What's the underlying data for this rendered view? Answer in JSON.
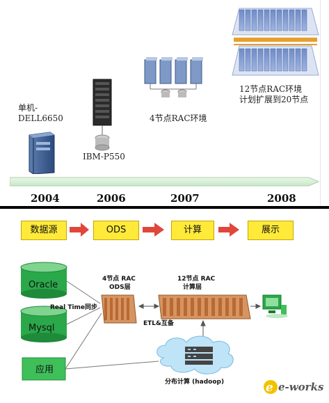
{
  "timeline": {
    "stages": [
      {
        "year": "2004",
        "label_line1": "单机-",
        "label_line2": "DELL6650"
      },
      {
        "year": "2006",
        "label_line1": "IBM-P550"
      },
      {
        "year": "2007",
        "label_line1": "4节点RAC环境"
      },
      {
        "year": "2008",
        "label_line1": "12节点RAC环境",
        "label_line2": "计划扩展到20节点"
      }
    ]
  },
  "flow": {
    "steps": [
      "数据源",
      "ODS",
      "计算",
      "展示"
    ]
  },
  "architecture": {
    "sources": [
      "Oracle",
      "Mysql",
      "应用"
    ],
    "realtime_sync": "Real Time同步",
    "ods_title": "4节点 RAC",
    "ods_sub": "ODS层",
    "compute_title": "12节点 RAC",
    "compute_sub": "计算层",
    "etl": "ETL&互备",
    "hadoop": "分布计算 (hadoop)"
  },
  "watermark": "e-works",
  "colors": {
    "accent_green": "#2aa84a",
    "flow_yellow": "#ffea3a",
    "arrow_red": "#e0463a",
    "rack_orange": "#c8733a"
  }
}
